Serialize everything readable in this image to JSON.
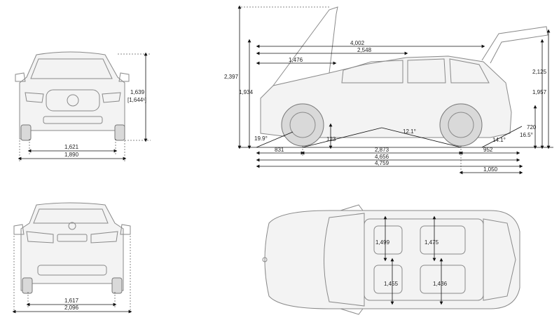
{
  "front_view": {
    "height": "1,639",
    "height_alt": "[1,644¹]",
    "track": "1,621",
    "width": "1,890"
  },
  "side_view": {
    "height_open_tailgate": "2,397",
    "height_open_hood": "1,934",
    "hood_length": "4,002",
    "interior_length": "2,548",
    "front_to_seat": "1,476",
    "tailgate_height": "2,125",
    "rear_opening_height": "1,957",
    "load_sill": "720",
    "approach_angle": "19.9°",
    "ramp_angle": "12.1°",
    "departure_angle": "14.1°",
    "departure_angle_alt": "16.5°",
    "ground_clearance": "123",
    "front_overhang": "831",
    "wheelbase": "2,873",
    "rear_overhang": "952",
    "length": "4,656",
    "length_alt": "4,759",
    "tailgate_reach": "1,050"
  },
  "rear_view": {
    "track": "1,617",
    "width_mirrors": "2,096"
  },
  "top_view": {
    "front_shoulder": "1,499",
    "front_hip": "1,455",
    "rear_shoulder": "1,475",
    "rear_hip": "1,436"
  }
}
